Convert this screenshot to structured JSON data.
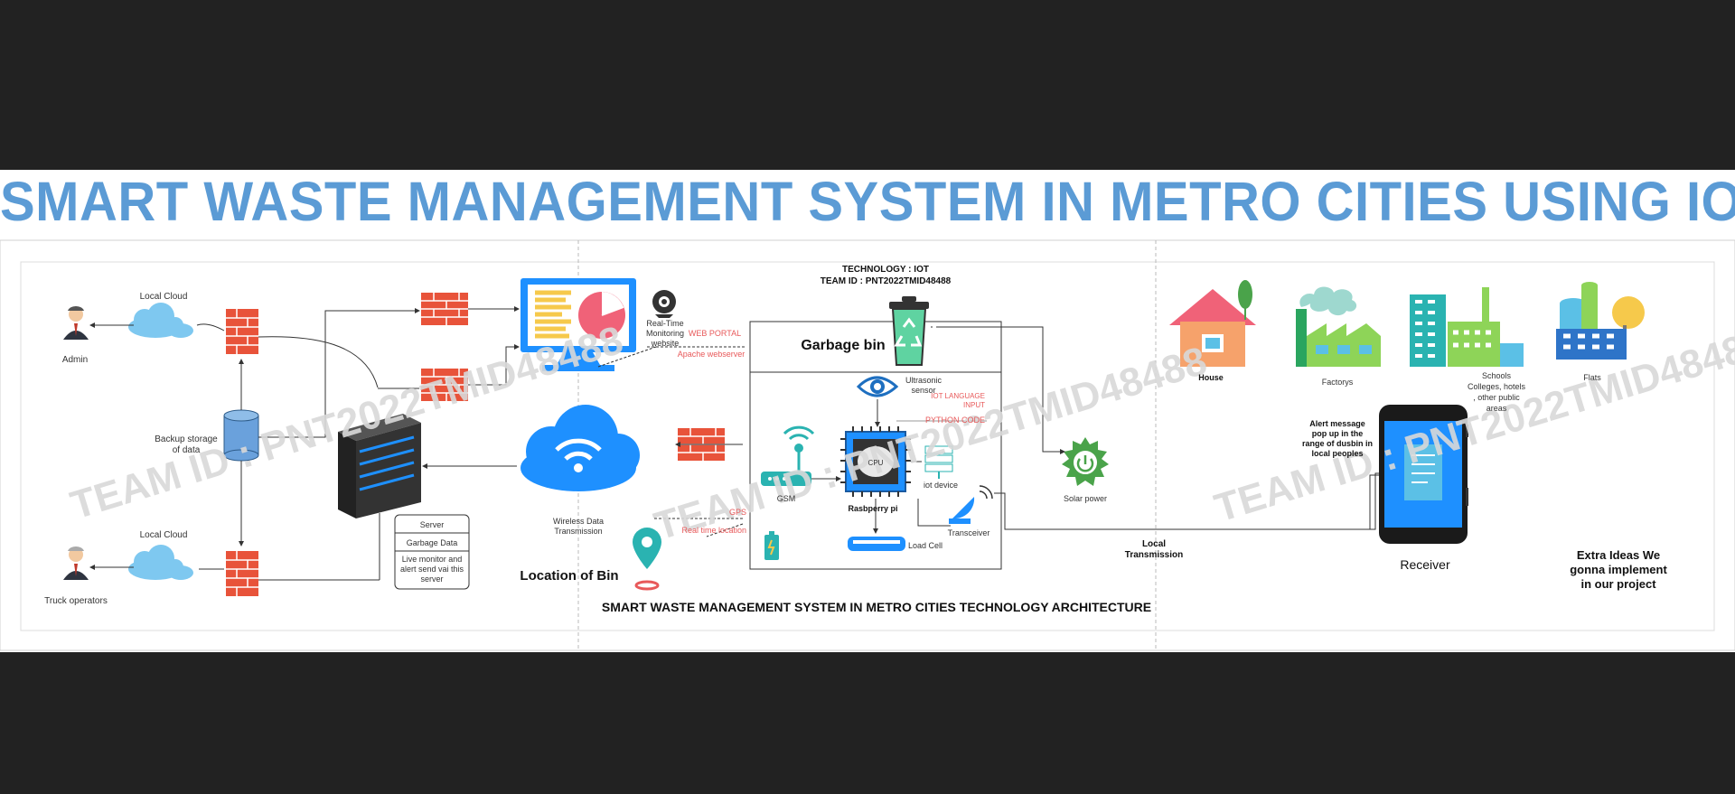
{
  "title": "SMART WASTE MANAGEMENT SYSTEM IN METRO CITIES USING IOT",
  "watermark": "TEAM ID : PNT2022TMID48488",
  "left": {
    "admin": "Admin",
    "truck": "Truck operators",
    "local_cloud_top": "Local Cloud",
    "local_cloud_bottom": "Local Cloud",
    "backup": "Backup storage of data",
    "server_box": {
      "title": "Server",
      "row1": "Garbage Data",
      "row2": "Live monitor and alert send vai this server"
    },
    "monitoring": "Real-Time Monitoring website",
    "web_portal": "WEB PORTAL",
    "apache": "Apache webserver",
    "wireless": "Wireless Data Transmission",
    "location": "Location of Bin"
  },
  "middle": {
    "technology": "TECHNOLOGY : IOT",
    "team_id": "TEAM ID : PNT2022TMID48488",
    "garbage_bin": "Garbage bin",
    "ultrasonic": "Ultrasonic sensor",
    "iot_language": "IOT LANGUAGE INPUT",
    "python": "PYTHON CODE",
    "gsm": "GSM",
    "cpu": "CPU",
    "raspberry": "Rasbperry pi",
    "iot_device": "iot device",
    "transceiver": "Transceiver",
    "load_cell": "Load Cell",
    "gps": "GPS",
    "real_time_location": "Real time location",
    "solar": "Solar power",
    "architecture": "SMART WASTE MANAGEMENT SYSTEM IN METRO CITIES TECHNOLOGY ARCHITECTURE"
  },
  "right": {
    "house": "House",
    "factory": "Factorys",
    "schools": "Schools Colleges, hotels , other public areas",
    "flats": "Flats",
    "alert": "Alert message pop up in the range of dusbin in local peoples",
    "local_transmission": "Local Transmission",
    "receiver": "Receiver",
    "extra": "Extra Ideas We gonna implement in our project"
  },
  "colors": {
    "title": "#5b9bd5",
    "red_text": "#e8595a",
    "firewall": "#e8533a",
    "cloud": "#1e90ff",
    "bin": "#5fd3a1"
  }
}
